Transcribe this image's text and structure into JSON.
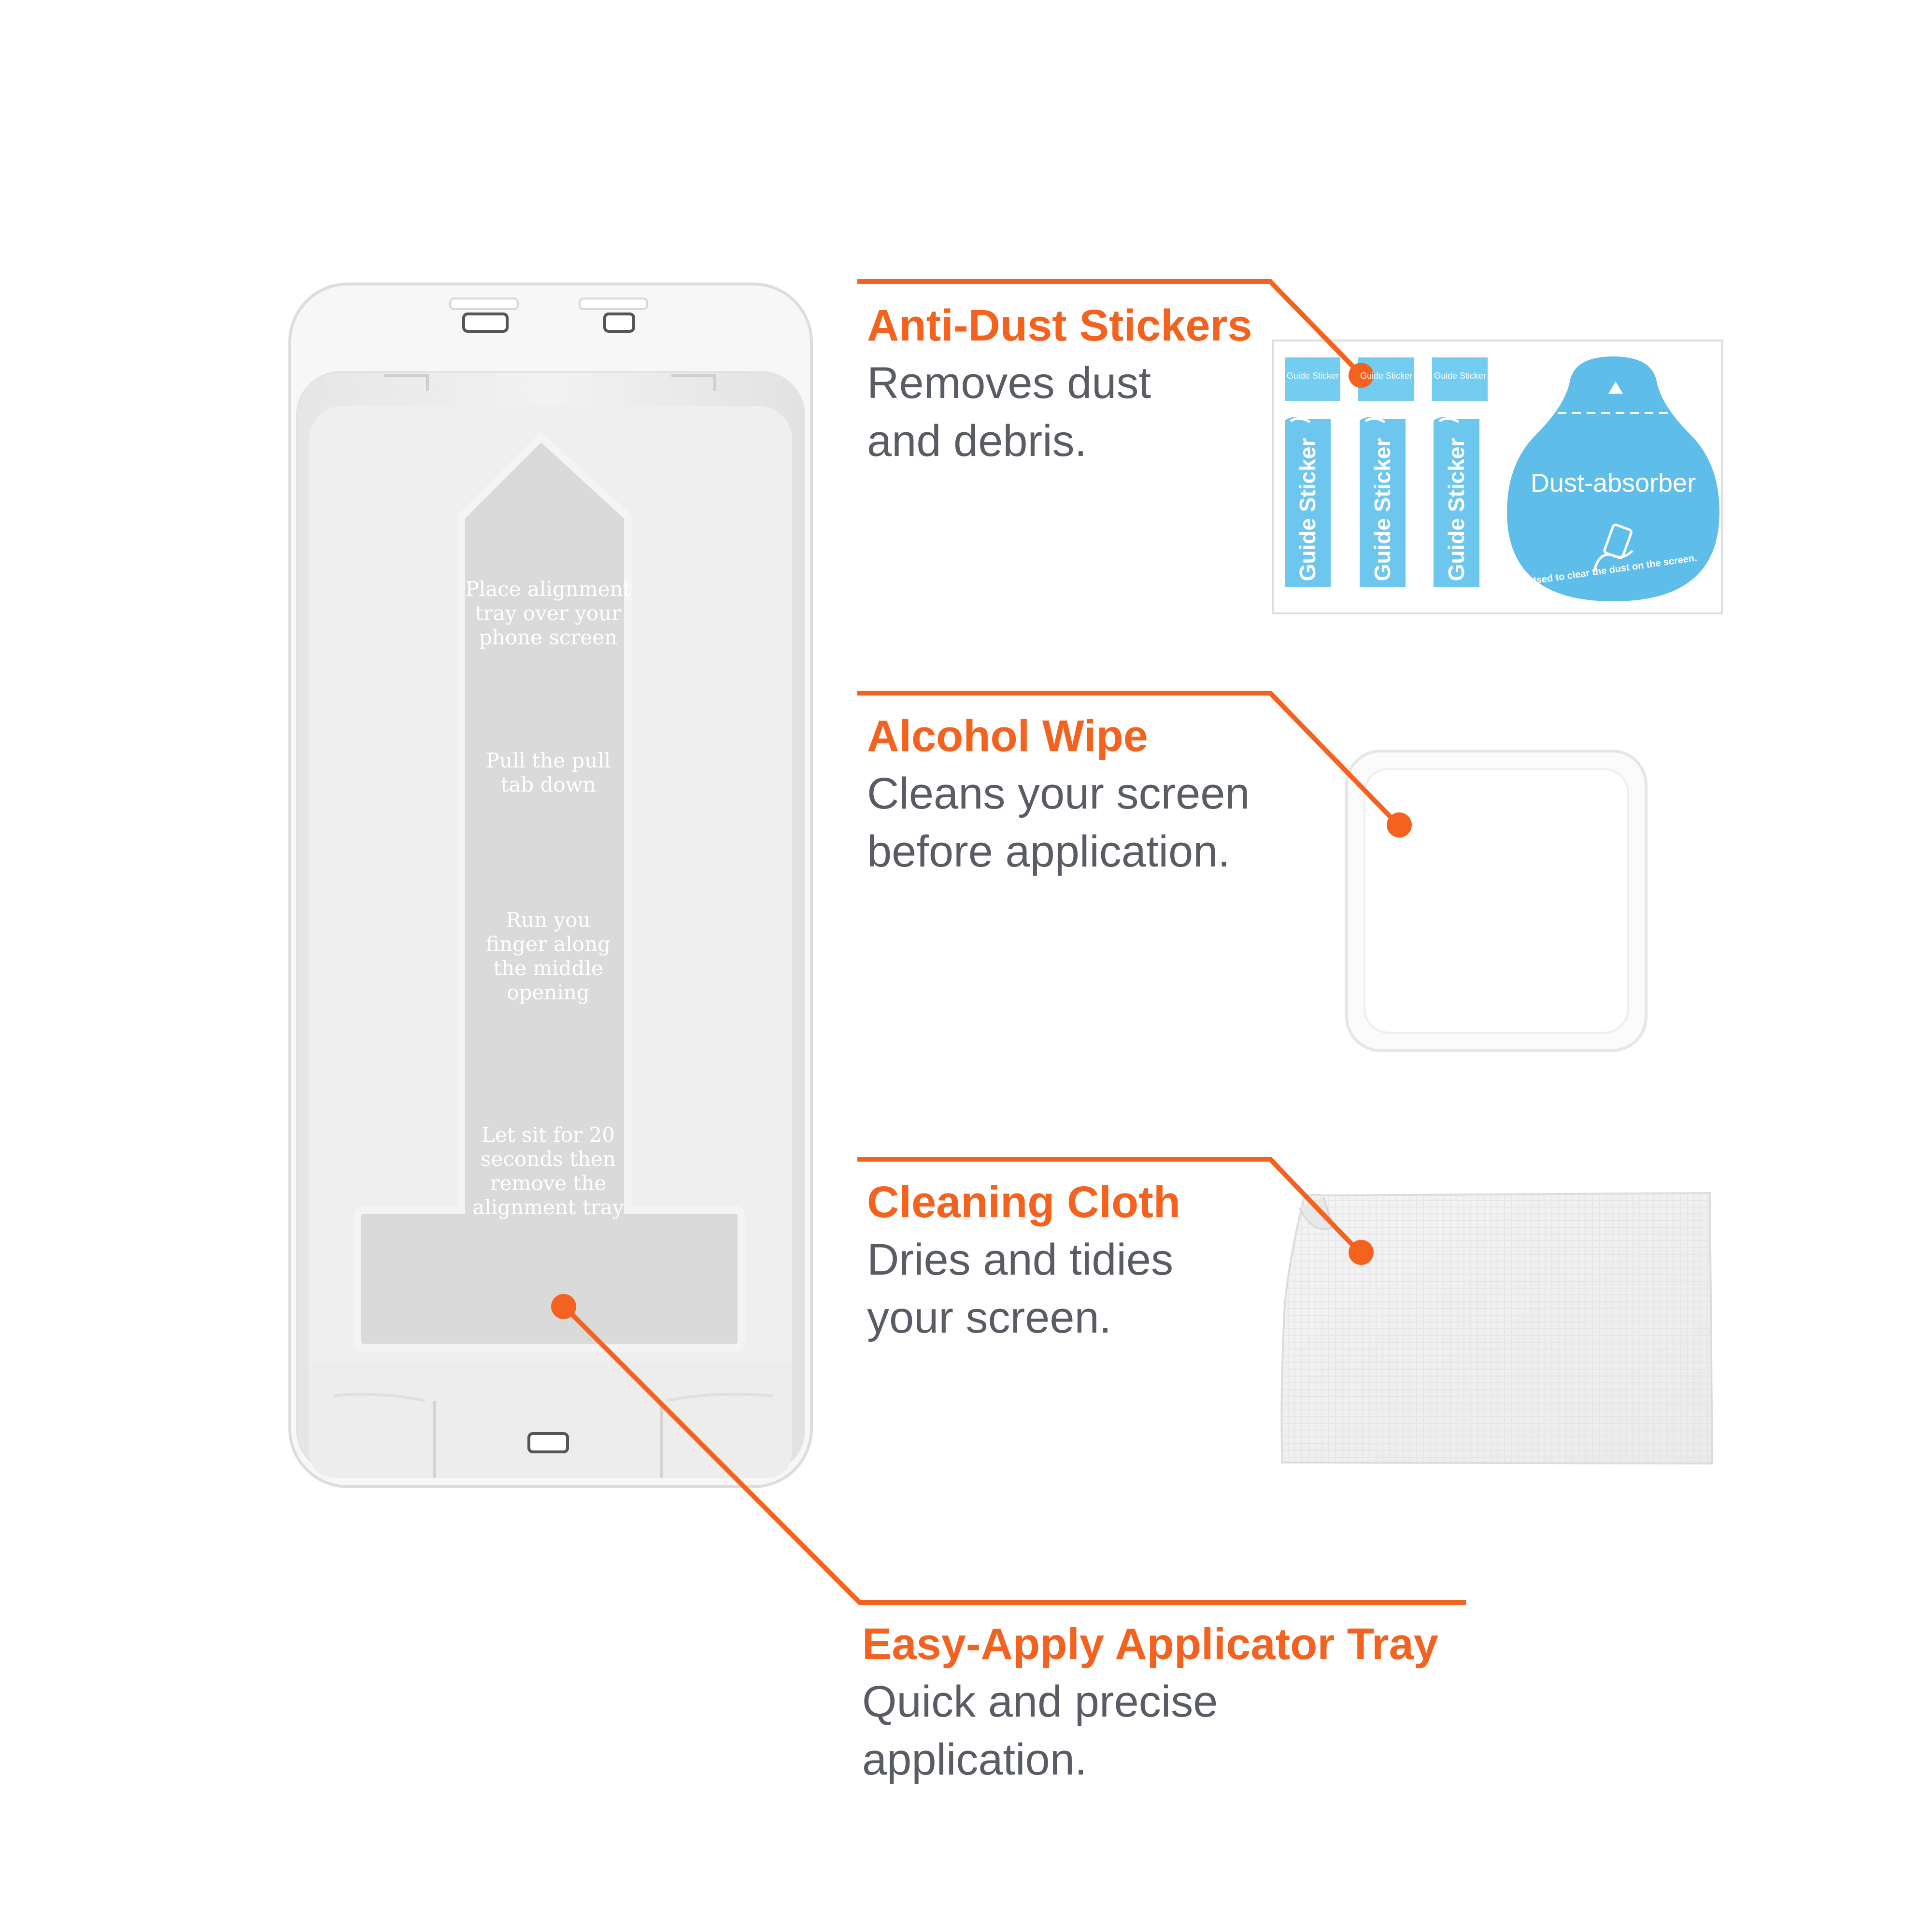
{
  "colors": {
    "accent": "#f4621f",
    "text": "#595d63",
    "sticker_blue": "#6cc6ee",
    "tray_gray": "#d9d9d9"
  },
  "callouts": {
    "anti_dust": {
      "title": "Anti-Dust Stickers",
      "line1": "Removes dust",
      "line2": "and debris."
    },
    "alcohol_wipe": {
      "title": "Alcohol Wipe",
      "line1": "Cleans your screen",
      "line2": "before application."
    },
    "cleaning_cloth": {
      "title": "Cleaning Cloth",
      "line1": "Dries and tidies",
      "line2": "your screen."
    },
    "applicator_tray": {
      "title": "Easy-Apply Applicator Tray",
      "line1": "Quick and precise",
      "line2": "application."
    }
  },
  "tray_steps": [
    {
      "lines": [
        "Place alignment",
        "tray over your",
        "phone screen"
      ]
    },
    {
      "lines": [
        "Pull the pull",
        "tab down"
      ]
    },
    {
      "lines": [
        "Run you",
        "finger along",
        "the middle",
        "opening"
      ]
    },
    {
      "lines": [
        "Let sit for 20",
        "seconds then",
        "remove the",
        "alignment tray"
      ]
    }
  ],
  "sticker_sheet": {
    "guide_label": "Guide Sticker",
    "absorber_label": "Dust-absorber",
    "absorber_caption": "Used to clear the dust on the screen."
  }
}
